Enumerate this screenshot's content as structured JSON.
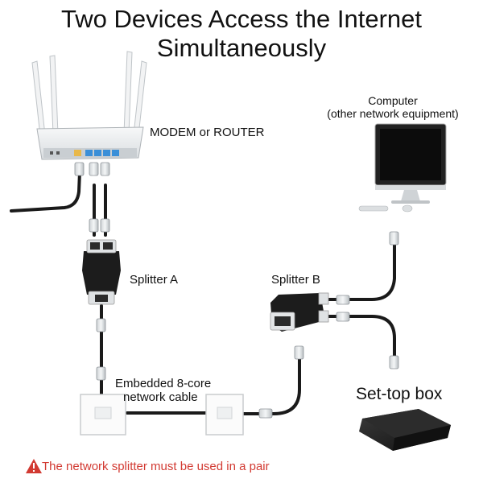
{
  "title": {
    "line1": "Two Devices Access the Internet",
    "line2": "Simultaneously"
  },
  "labels": {
    "modem": "MODEM or ROUTER",
    "computer_line1": "Computer",
    "computer_line2": "(other network equipment)",
    "splitter_a": "Splitter A",
    "splitter_b": "Splitter B",
    "embedded_line1": "Embedded 8-core",
    "embedded_line2": "network cable",
    "settop": "Set-top box"
  },
  "warning": {
    "text": "The network splitter must be used in a pair",
    "icon": "warning-triangle-icon",
    "color": "#d23a32"
  },
  "colors": {
    "router_port_yellow": "#e8b84a",
    "router_port_blue": "#3a8fd8",
    "cable": "#1a1a1a"
  }
}
